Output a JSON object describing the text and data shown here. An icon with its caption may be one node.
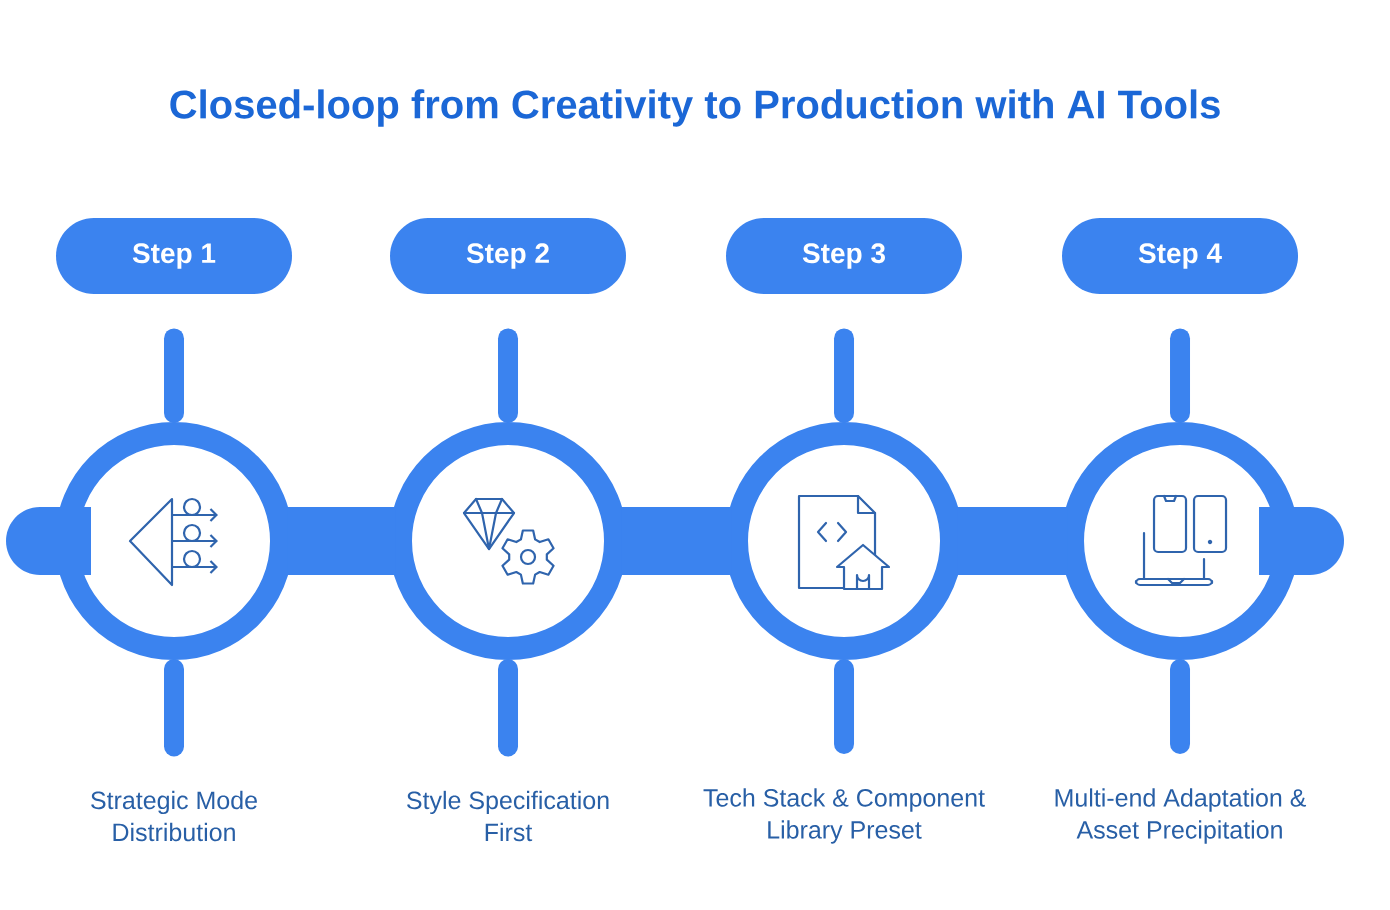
{
  "diagram": {
    "title": "Closed-loop from Creativity to Production with AI Tools",
    "nodes": [
      {
        "text": [
          "Step 1"
        ]
      },
      {
        "text": [
          "Step 2"
        ]
      },
      {
        "text": [
          "Step 3"
        ]
      },
      {
        "text": [
          "Step 4"
        ]
      },
      {
        "text": [],
        "shape": "circle"
      },
      {
        "text": [],
        "shape": "circle"
      },
      {
        "text": [],
        "shape": "circle"
      },
      {
        "text": [],
        "shape": "circle"
      },
      {
        "text": [
          "Strategic Mode Distribution"
        ]
      },
      {
        "text": [
          "Style Specification First"
        ]
      },
      {
        "text": [
          "Tech Stack & Component Library Preset"
        ]
      },
      {
        "text": [
          "Multi-end Adaptation & Asset Precipitation"
        ]
      }
    ],
    "edges": [
      {
        "from": 0,
        "to": 4,
        "arrow": "none"
      },
      {
        "from": 1,
        "to": 5,
        "arrow": "none"
      },
      {
        "from": 2,
        "to": 6,
        "arrow": "none"
      },
      {
        "from": 3,
        "to": 7,
        "arrow": "none"
      },
      {
        "from": 4,
        "to": 8,
        "arrow": "none"
      },
      {
        "from": 5,
        "to": 9,
        "arrow": "none"
      },
      {
        "from": 6,
        "to": 10,
        "arrow": "none"
      },
      {
        "from": 7,
        "to": 11,
        "arrow": "none"
      },
      {
        "from": null,
        "to": 4,
        "arrow": "none",
        "style": "thick"
      },
      {
        "from": 4,
        "to": 5,
        "arrow": "none",
        "style": "thick"
      },
      {
        "from": 5,
        "to": 6,
        "arrow": "none",
        "style": "thick"
      },
      {
        "from": 6,
        "to": 7,
        "arrow": "none",
        "style": "thick"
      },
      {
        "from": 7,
        "to": null,
        "arrow": "none",
        "style": "thick"
      }
    ]
  }
}
